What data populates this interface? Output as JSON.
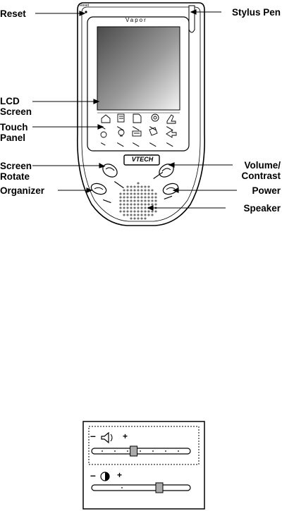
{
  "labels": {
    "reset": "Reset",
    "lcd_line1": "LCD",
    "lcd_line2": "Screen",
    "touch_line1": "Touch",
    "touch_line2": "Panel",
    "screen_rotate_line1": "Screen",
    "screen_rotate_line2": "Rotate",
    "organizer": "Organizer",
    "stylus_pen": "Stylus Pen",
    "volume_line1": "Volume/",
    "volume_line2": "Contrast",
    "power": "Power",
    "speaker": "Speaker"
  },
  "device": {
    "brand": "Vapor",
    "logo": "VTECH",
    "reset_mark": "Reset"
  },
  "settings_panel": {
    "minus": "–",
    "plus": "+",
    "volume_level": 0.42,
    "contrast_level": 0.7
  }
}
